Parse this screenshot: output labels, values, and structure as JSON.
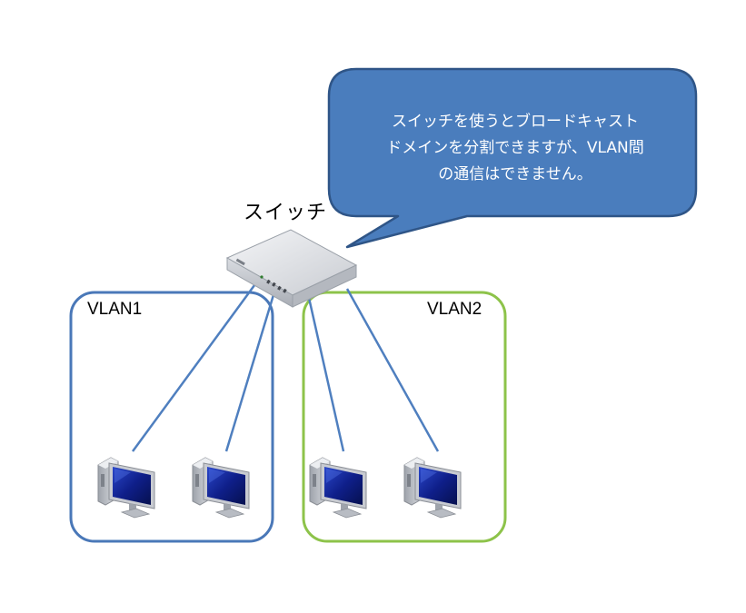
{
  "switch": {
    "label": "スイッチ"
  },
  "callout": {
    "lines": [
      "スイッチを使うとブロードキャスト",
      "ドメインを分割できますが、VLAN間",
      "の通信はできません。"
    ]
  },
  "vlans": [
    {
      "label": "VLAN1",
      "color": "#4a78b8"
    },
    {
      "label": "VLAN2",
      "color": "#8dc34a"
    }
  ],
  "colors": {
    "callout_fill": "#4a7dbd",
    "callout_stroke": "#2f5587",
    "link_line": "#4f7fbf"
  },
  "icons": {
    "switch": "network-switch-icon",
    "pc": "desktop-computer-icon"
  }
}
